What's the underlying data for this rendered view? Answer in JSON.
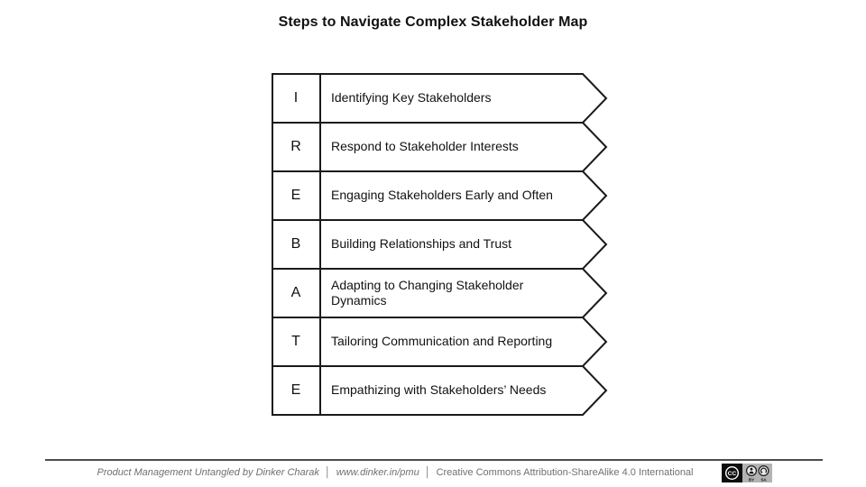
{
  "title": "Steps to Navigate Complex Stakeholder Map",
  "diagram": {
    "steps": [
      {
        "letter": "I",
        "label": "Identifying Key Stakeholders"
      },
      {
        "letter": "R",
        "label": "Respond to Stakeholder Interests"
      },
      {
        "letter": "E",
        "label": "Engaging Stakeholders Early and Often"
      },
      {
        "letter": "B",
        "label": "Building Relationships and Trust"
      },
      {
        "letter": "A",
        "label": "Adapting to Changing Stakeholder Dynamics"
      },
      {
        "letter": "T",
        "label": "Tailoring Communication and Reporting"
      },
      {
        "letter": "E",
        "label": "Empathizing with Stakeholders’ Needs"
      }
    ]
  },
  "footer": {
    "credit": "Product Management Untangled by Dinker Charak",
    "separator": "│",
    "url": "www.dinker.in/pmu",
    "license": "Creative Commons Attribution-ShareAlike 4.0 International",
    "badge": {
      "cc": "CC",
      "by": "BY",
      "sa": "SA"
    }
  },
  "colors": {
    "background": "#ffffff",
    "arrow_border": "#1a1a1a",
    "arrow_fill": "#ffffff",
    "text": "#111111",
    "footer_text": "#707070",
    "footer_rule": "#4d4d4d",
    "badge_black": "#0d0d0d",
    "badge_gray": "#b3b3b3"
  }
}
